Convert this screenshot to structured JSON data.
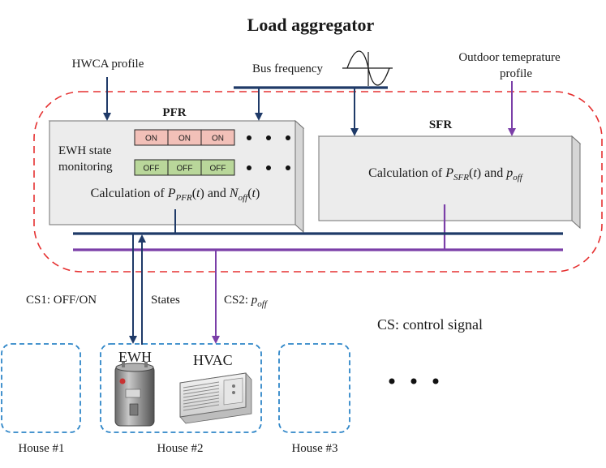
{
  "title": "Load aggregator",
  "inputs": {
    "hwca_profile": "HWCA profile",
    "bus_frequency": "Bus frequency",
    "outdoor_temp_line1": "Outdoor temeprature",
    "outdoor_temp_line2": "profile"
  },
  "pfr": {
    "title": "PFR",
    "ewh_state_line1": "EWH state",
    "ewh_state_line2": "monitoring",
    "on_cells": [
      "ON",
      "ON",
      "ON"
    ],
    "off_cells": [
      "OFF",
      "OFF",
      "OFF"
    ],
    "calc": {
      "prefix": "Calculation of ",
      "p": "P",
      "p_sub": "PFR",
      "t1": "(",
      "t_var": "t",
      "t2": ") and ",
      "n": "N",
      "n_sub": "off",
      "t3": "(",
      "t4": ")"
    }
  },
  "sfr": {
    "title": "SFR",
    "calc": {
      "prefix": "Calculation of ",
      "p": "P",
      "p_sub": "SFR",
      "t1": "(",
      "t_var": "t",
      "t2": ") and ",
      "p2": "p",
      "p2_sub": "off"
    }
  },
  "signals": {
    "cs1": "CS1: OFF/ON",
    "states": "States",
    "cs2_prefix": "CS2: ",
    "cs2_p": "p",
    "cs2_sub": "off",
    "legend": "CS: control signal"
  },
  "houses": {
    "h1": "House #1",
    "h2": "House #2",
    "h3": "House #3",
    "ewh": "EWH",
    "hvac": "HVAC"
  },
  "colors": {
    "navy": "#1f3a68",
    "purple": "#7b3fa8",
    "red_dash": "#e53030",
    "blue_dash": "#2f86c8",
    "on_fill": "#f2c0b8",
    "off_fill": "#b9d79a"
  }
}
